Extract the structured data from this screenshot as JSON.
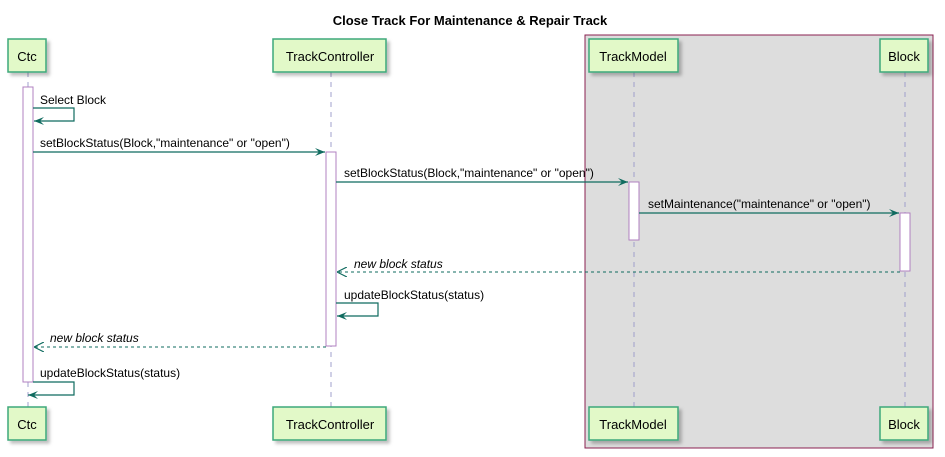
{
  "title": "Close Track For Maintenance & Repair Track",
  "participants": [
    {
      "id": "ctc",
      "label": "Ctc"
    },
    {
      "id": "tc",
      "label": "TrackController"
    },
    {
      "id": "tm",
      "label": "TrackModel"
    },
    {
      "id": "blk",
      "label": "Block"
    }
  ],
  "messages": [
    {
      "from": "ctc",
      "to": "ctc",
      "text": "Select Block",
      "style": "sync"
    },
    {
      "from": "ctc",
      "to": "tc",
      "text": "setBlockStatus(Block,\"maintenance\" or \"open\")",
      "style": "sync"
    },
    {
      "from": "tc",
      "to": "tm",
      "text": "setBlockStatus(Block,\"maintenance\" or \"open\")",
      "style": "sync"
    },
    {
      "from": "tm",
      "to": "blk",
      "text": "setMaintenance(\"maintenance\" or \"open\")",
      "style": "sync"
    },
    {
      "from": "blk",
      "to": "tc",
      "text": "new block status",
      "style": "return"
    },
    {
      "from": "tc",
      "to": "tc",
      "text": "updateBlockStatus(status)",
      "style": "sync"
    },
    {
      "from": "tc",
      "to": "ctc",
      "text": "new block status",
      "style": "return"
    },
    {
      "from": "ctc",
      "to": "ctc",
      "text": "updateBlockStatus(status)",
      "style": "sync"
    }
  ],
  "colors": {
    "participant_fill": "#e2f9c8",
    "participant_border": "#3ea87a",
    "arrow": "#0f6b5f",
    "lifeline": "#a0a0cc",
    "activation_border": "#b080c0",
    "box_fill": "#dddddd",
    "box_border": "#8a2050"
  }
}
